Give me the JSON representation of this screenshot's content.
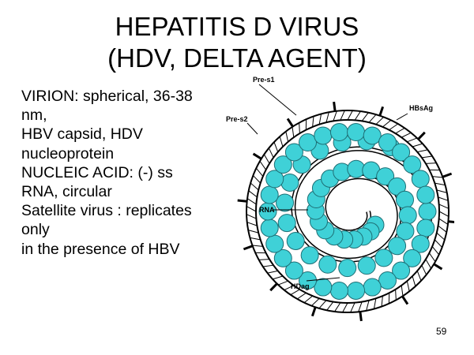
{
  "title": {
    "line1": "HEPATITIS D VIRUS",
    "line2": "(HDV, DELTA AGENT)"
  },
  "body_lines": [
    "VIRION: spherical, 36-38",
    "nm,",
    "HBV capsid, HDV",
    "nucleoprotein",
    "NUCLEIC ACID: (-) ss",
    "RNA, circular",
    "Satellite virus : replicates",
    "only",
    "in the presence of HBV"
  ],
  "diagram": {
    "labels": {
      "pre_s1": "Pre-s1",
      "pre_s2": "Pre-s2",
      "hbsag": "HBsAg",
      "rna": "RNA",
      "hdag": "HDag"
    },
    "colors": {
      "bead_fill": "#3fd1d7",
      "bead_stroke": "#1e6f75",
      "envelope_fill": "#ffffff",
      "line": "#000000"
    }
  },
  "slide_number": "59"
}
